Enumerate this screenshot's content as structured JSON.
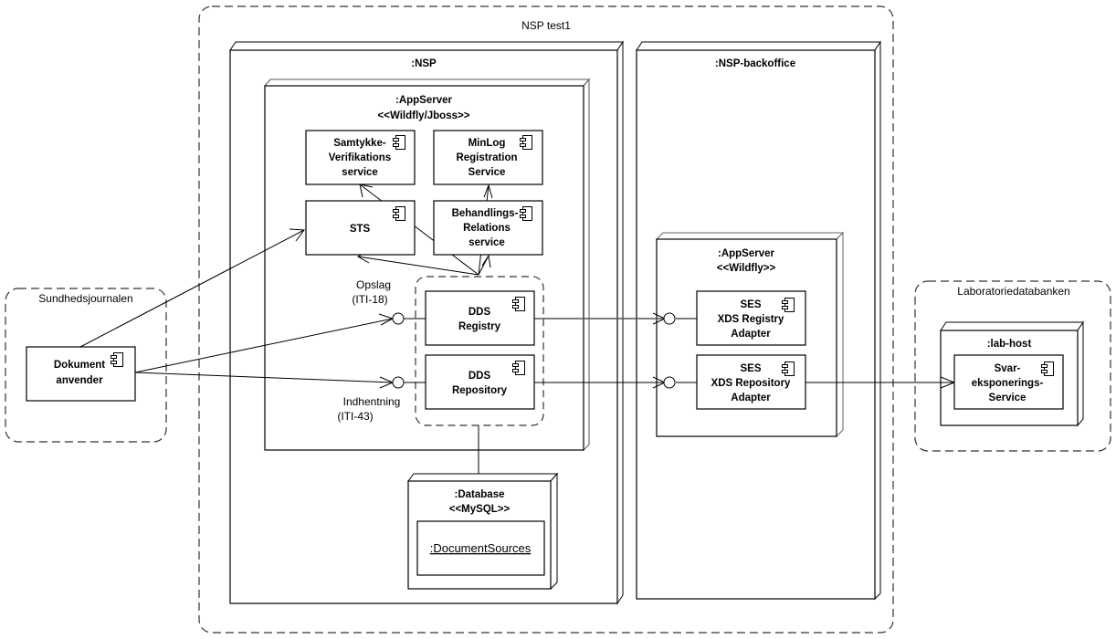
{
  "diagram": {
    "type": "UML deployment diagram",
    "environments": {
      "nsp_test1": {
        "label": "NSP test1"
      },
      "sundhedsjournalen": {
        "label": "Sundhedsjournalen"
      },
      "laboratoriedatabanken": {
        "label": "Laboratoriedatabanken"
      }
    },
    "nodes": {
      "nsp": {
        "label": ":NSP"
      },
      "nsp_appserver": {
        "label": ":AppServer",
        "stereotype": "<<Wildfly/Jboss>>"
      },
      "database": {
        "label": ":Database",
        "stereotype": "<<MySQL>>"
      },
      "nsp_backoffice": {
        "label": ":NSP-backoffice"
      },
      "backoffice_appserver": {
        "label": ":AppServer",
        "stereotype": "<<Wildfly>>"
      },
      "lab_host": {
        "label": ":lab-host"
      }
    },
    "artifacts": {
      "document_sources": {
        "label": ":DocumentSources"
      }
    },
    "components": {
      "dokument_anvender": {
        "lines": [
          "Dokument",
          "anvender"
        ],
        "icon": "component-icon"
      },
      "samtykke": {
        "lines": [
          "Samtykke-",
          "Verifikations",
          "service"
        ],
        "icon": "component-icon"
      },
      "minlog": {
        "lines": [
          "MinLog",
          "Registration",
          "Service"
        ],
        "icon": "component-icon"
      },
      "sts": {
        "lines": [
          "STS"
        ],
        "icon": "component-icon"
      },
      "behandlings": {
        "lines": [
          "Behandlings-",
          "Relations",
          "service"
        ],
        "icon": "component-icon"
      },
      "dds_registry": {
        "lines": [
          "DDS",
          "Registry"
        ],
        "icon": "component-icon"
      },
      "dds_repository": {
        "lines": [
          "DDS",
          "Repository"
        ],
        "icon": "component-icon"
      },
      "ses_registry": {
        "lines": [
          "SES",
          "XDS Registry",
          "Adapter"
        ],
        "icon": "component-icon"
      },
      "ses_repository": {
        "lines": [
          "SES",
          "XDS Repository",
          "Adapter"
        ],
        "icon": "component-icon"
      },
      "svar": {
        "lines": [
          "Svar-",
          "eksponerings-",
          "Service"
        ],
        "icon": "component-icon"
      }
    },
    "interfaces": {
      "opslag": {
        "lines": [
          "Opslag",
          "(ITI-18)"
        ]
      },
      "indhentning": {
        "lines": [
          "Indhentning",
          "(ITI-43)"
        ]
      }
    },
    "connections": [
      {
        "from": "Dokument anvender",
        "to": "STS"
      },
      {
        "from": "Dokument anvender",
        "to": "Opslag (ITI-18)"
      },
      {
        "from": "Dokument anvender",
        "to": "Indhentning (ITI-43)"
      },
      {
        "from": "DDS",
        "to": "Samtykke-Verifikations service"
      },
      {
        "from": "DDS",
        "to": "STS"
      },
      {
        "from": "DDS",
        "to": "MinLog Registration Service"
      },
      {
        "from": "DDS",
        "to": "Behandlings-Relations service"
      },
      {
        "from": "DDS Registry",
        "to": "SES XDS Registry Adapter"
      },
      {
        "from": "DDS Repository",
        "to": "SES XDS Repository Adapter"
      },
      {
        "from": "SES XDS Repository Adapter",
        "to": "Svar-eksponerings-Service"
      },
      {
        "from": "DDS",
        "to": ":Database"
      }
    ]
  }
}
